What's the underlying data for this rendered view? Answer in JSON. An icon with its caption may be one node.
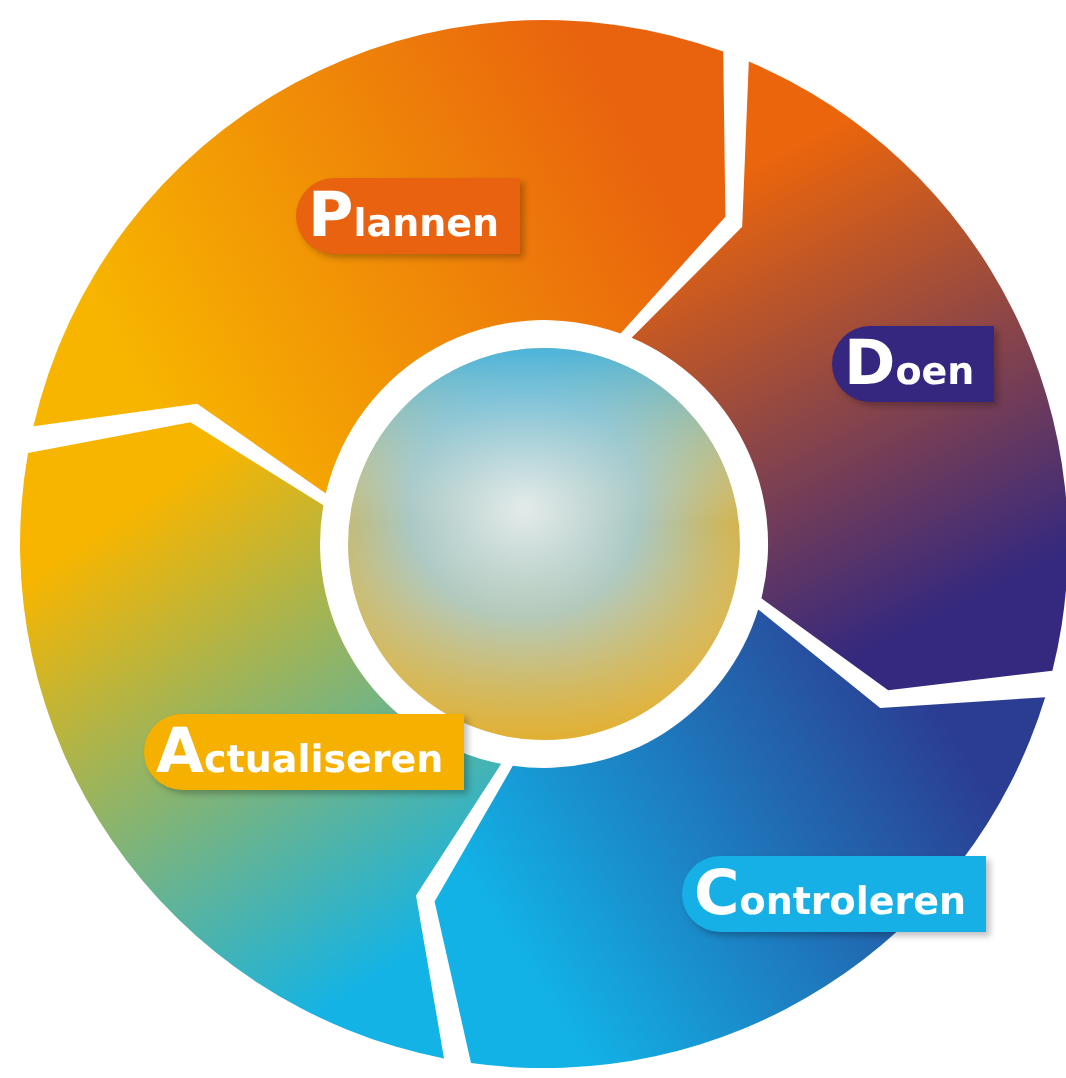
{
  "diagram": {
    "nodes": [
      {
        "text": [
          "Plannen"
        ]
      },
      {
        "text": [
          "Doen"
        ]
      },
      {
        "text": [
          "Controleren"
        ]
      },
      {
        "text": [
          "Actualiseren"
        ]
      }
    ]
  }
}
